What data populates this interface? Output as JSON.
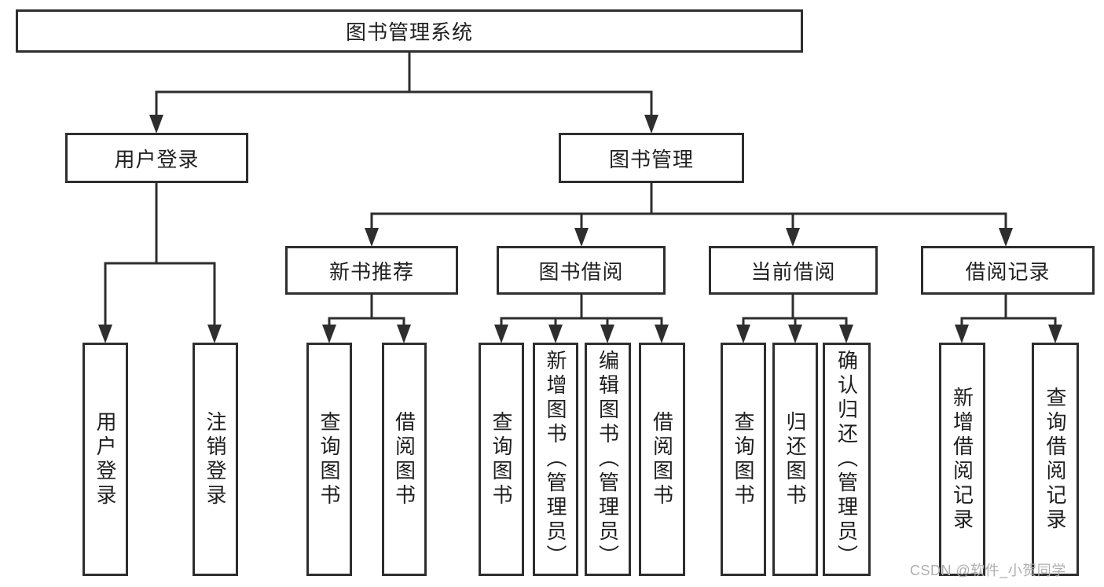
{
  "nodes": {
    "root": "图书管理系统",
    "level2": [
      "用户登录",
      "图书管理"
    ],
    "level3": [
      "新书推荐",
      "图书借阅",
      "当前借阅",
      "借阅记录"
    ],
    "leaves": {
      "user_login": [
        "用户登录",
        "注销登录"
      ],
      "new_book": [
        "查询图书",
        "借阅图书"
      ],
      "book_borrow": [
        "查询图书",
        "新增图书（管理员）",
        "编辑图书（管理员）",
        "借阅图书"
      ],
      "current_borrow": [
        "查询图书",
        "归还图书",
        "确认归还（管理员）"
      ],
      "borrow_records": [
        "新增借阅记录",
        "查询借阅记录"
      ]
    }
  },
  "watermark": "CSDN @软件_小贺同学",
  "colors": {
    "line": "#2e2e2e",
    "text": "#1f1f1f",
    "watermark": "#aeaeae",
    "background": "#ffffff"
  }
}
